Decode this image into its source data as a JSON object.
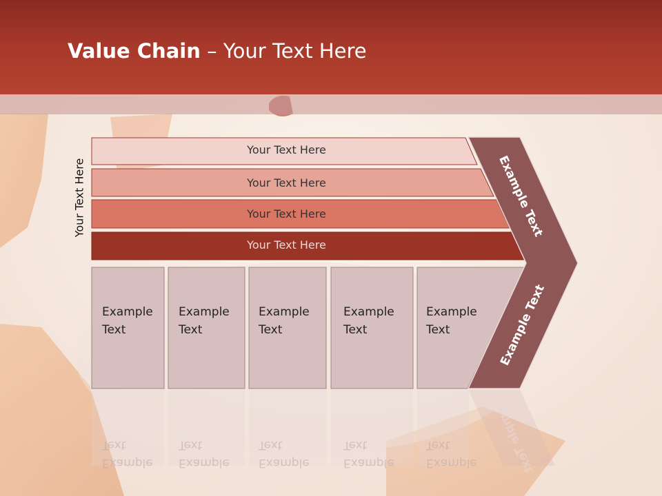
{
  "title": {
    "bold": "Value Chain",
    "rest": " – Your Text Here"
  },
  "side_label": "Your Text Here",
  "bars": [
    {
      "label": "Your Text Here",
      "color": "#f2d2cd"
    },
    {
      "label": "Your Text Here",
      "color": "#e6a497"
    },
    {
      "label": "Your Text Here",
      "color": "#da7664"
    },
    {
      "label": "Your Text Here",
      "color": "#993427"
    }
  ],
  "columns": [
    {
      "line1": "Example",
      "line2": "Text"
    },
    {
      "line1": "Example",
      "line2": "Text"
    },
    {
      "line1": "Example",
      "line2": "Text"
    },
    {
      "line1": "Example",
      "line2": "Text"
    },
    {
      "line1": "Example",
      "line2": "Text"
    }
  ],
  "chevron": {
    "upper": "Example Text",
    "lower": "Example Text",
    "color": "#8f5656"
  },
  "colors": {
    "header": "#a8392b",
    "column_fill": "#d8bfbf"
  }
}
